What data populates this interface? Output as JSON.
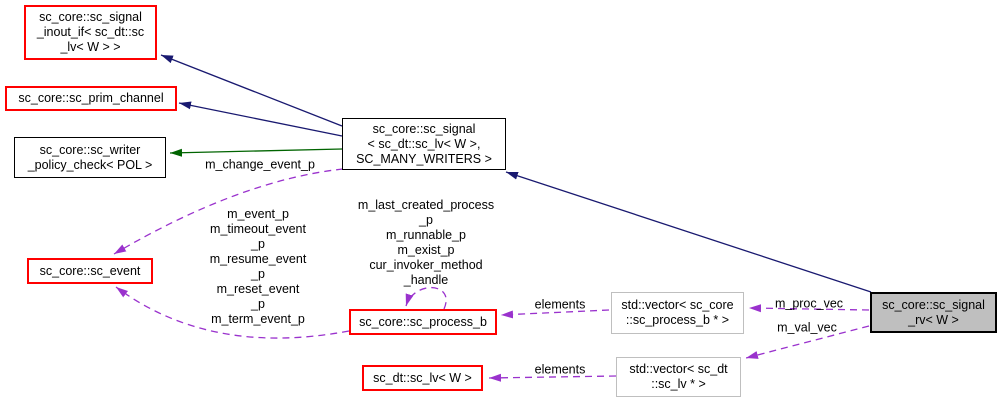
{
  "diagram": {
    "type": "doxygen-collaboration-diagram",
    "colors": {
      "public_inheritance_edge": "#191970",
      "protected_inheritance_edge": "#006400",
      "usage_edge": "#9a32cd",
      "linked_node_border": "#ff0000",
      "node_border": "#000000",
      "external_node_border": "#bfbfbf",
      "current_node_fill": "#bfbfbf",
      "background": "#ffffff"
    },
    "nodes": {
      "signal_inout_if": {
        "label": "sc_core::sc_signal\n_inout_if< sc_dt::sc\n_lv< W > >"
      },
      "prim_channel": {
        "label": "sc_core::sc_prim_channel"
      },
      "writer_policy_check": {
        "label": "sc_core::sc_writer\n_policy_check< POL >"
      },
      "sc_signal": {
        "label": "sc_core::sc_signal\n< sc_dt::sc_lv< W >,\nSC_MANY_WRITERS >"
      },
      "sc_event": {
        "label": "sc_core::sc_event"
      },
      "sc_process_b": {
        "label": "sc_core::sc_process_b"
      },
      "vector_process_b": {
        "label": "std::vector< sc_core\n::sc_process_b * >"
      },
      "sc_lv": {
        "label": "sc_dt::sc_lv< W >"
      },
      "vector_sc_lv": {
        "label": "std::vector< sc_dt\n::sc_lv * >"
      },
      "sc_signal_rv": {
        "label": "sc_core::sc_signal\n_rv< W >"
      }
    },
    "edge_labels": {
      "m_change_event_p": "m_change_event_p",
      "event_members": "m_event_p\nm_timeout_event\n_p\nm_resume_event\n_p\nm_reset_event\n_p\nm_term_event_p",
      "process_members": "m_last_created_process\n_p\nm_runnable_p\nm_exist_p\ncur_invoker_method\n_handle",
      "elements_top": "elements",
      "elements_bottom": "elements",
      "m_proc_vec": "m_proc_vec",
      "m_val_vec": "m_val_vec"
    }
  }
}
